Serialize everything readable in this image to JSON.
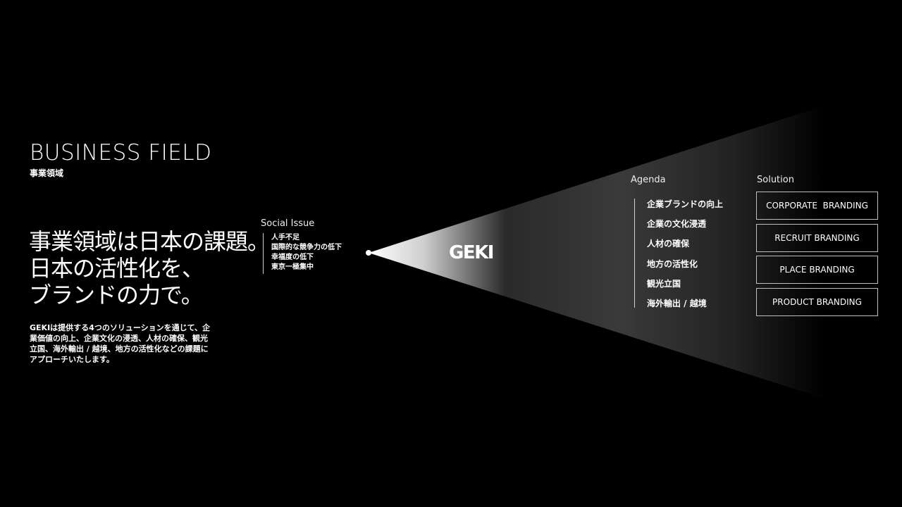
{
  "section": {
    "title": "BUSINESS FIELD",
    "subtitle": "事業領域"
  },
  "headline": {
    "lines": [
      "事業領域は日本の課題。",
      "日本の活性化を、",
      "ブランドの力で。"
    ]
  },
  "lead": {
    "lines": [
      "GEKIは提供する4つのソリューションを通じて、企",
      "業価値の向上、企業文化の浸透、人材の確保、観光",
      "立国、海外輸出 / 越境、地方の活性化などの課題に",
      "アプローチいたします。"
    ]
  },
  "social_issue": {
    "title": "Social Issue",
    "items": [
      "人手不足",
      "国際的な競争力の低下",
      "幸福度の低下",
      "東京一極集中"
    ]
  },
  "brand": {
    "logo_text": "GEKI"
  },
  "agenda": {
    "title": "Agenda",
    "items": [
      "企業ブランドの向上",
      "企業の文化浸透",
      "人材の確保",
      "地方の活性化",
      "観光立国",
      "海外輸出 / 越境"
    ]
  },
  "solution": {
    "title": "Solution",
    "items": [
      "CORPORATE  BRANDING",
      "RECRUIT BRANDING",
      "PLACE BRANDING",
      "PRODUCT BRANDING"
    ]
  },
  "colors": {
    "background": "#000000",
    "text": "#ffffff",
    "rule": "#cfcfcf",
    "box_border": "#bfbfbf"
  }
}
